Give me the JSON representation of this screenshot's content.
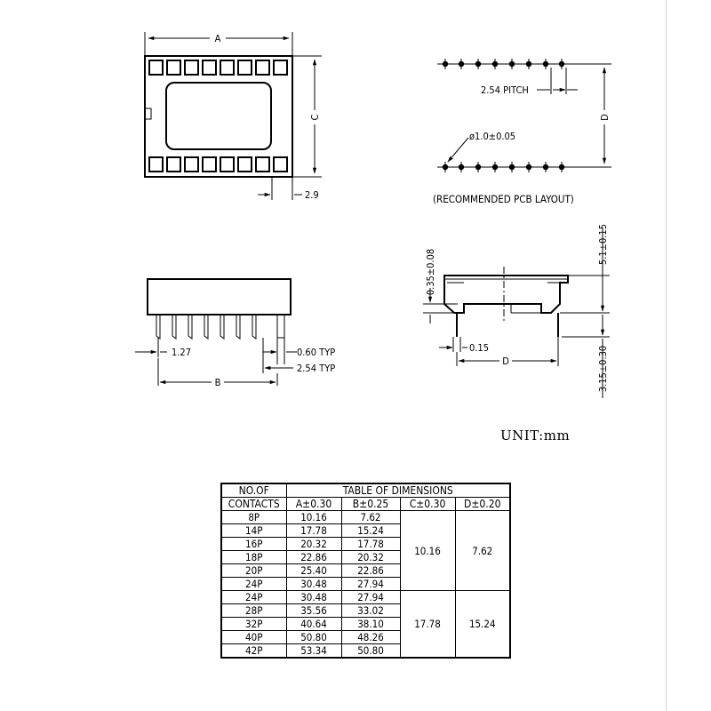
{
  "top_view": {
    "dim_a": "A",
    "dim_c": "C",
    "dim_offset": "2.9"
  },
  "pcb_layout": {
    "pitch": "2.54 PITCH",
    "dim_d": "D",
    "hole": "ø1.0±0.05",
    "caption": "(RECOMMENDED PCB LAYOUT)"
  },
  "side_view": {
    "pin_offset": "1.27",
    "pin_width": "0.60 TYP",
    "pin_pitch": "2.54 TYP",
    "dim_b": "B"
  },
  "end_view": {
    "thickness": "0.35±0.08",
    "height": "5.1±0.15",
    "lead": "0.15",
    "dim_d": "D",
    "pin_length": "3.15±0.30"
  },
  "unit": "UNIT:mm",
  "table": {
    "header_left_1": "NO.OF",
    "header_left_2": "CONTACTS",
    "title": "TABLE OF DIMENSIONS",
    "columns": [
      "A±0.30",
      "B±0.25",
      "C±0.30",
      "D±0.20"
    ],
    "group1": {
      "rows": [
        [
          "8P",
          "10.16",
          "7.62"
        ],
        [
          "14P",
          "17.78",
          "15.24"
        ],
        [
          "16P",
          "20.32",
          "17.78"
        ],
        [
          "18P",
          "22.86",
          "20.32"
        ],
        [
          "20P",
          "25.40",
          "22.86"
        ],
        [
          "24P",
          "30.48",
          "27.94"
        ]
      ],
      "c": "10.16",
      "d": "7.62"
    },
    "group2": {
      "rows": [
        [
          "24P",
          "30.48",
          "27.94"
        ],
        [
          "28P",
          "35.56",
          "33.02"
        ],
        [
          "32P",
          "40.64",
          "38.10"
        ],
        [
          "40P",
          "50.80",
          "48.26"
        ],
        [
          "42P",
          "53.34",
          "50.80"
        ]
      ],
      "c": "17.78",
      "d": "15.24"
    }
  }
}
